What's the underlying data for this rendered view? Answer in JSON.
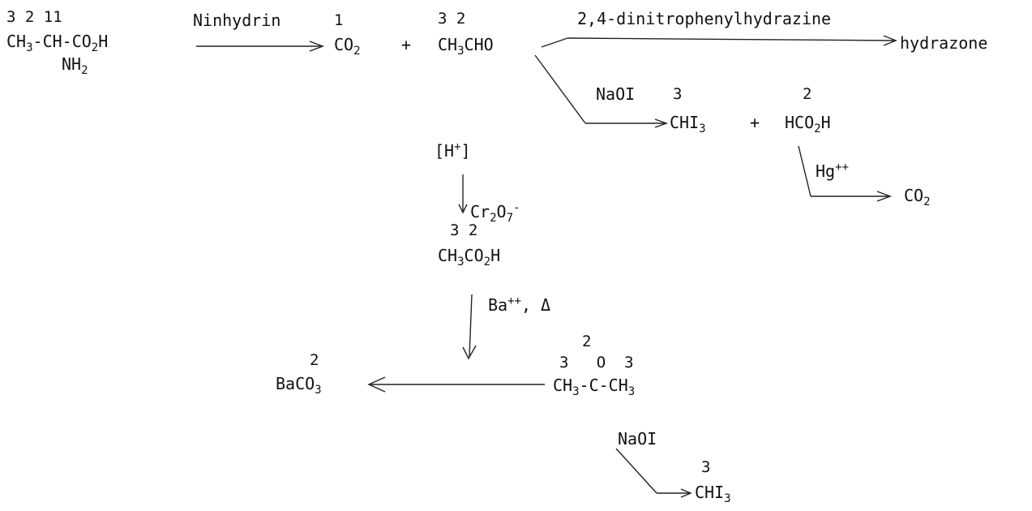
{
  "labels": {
    "alanine": {
      "pos": "3  2  11",
      "c1": "CH",
      "c1_sub": "3",
      "mid": "-CH-CO",
      "mid_sub": "2",
      "end": "H",
      "amine": "NH",
      "amine_sub": "2"
    },
    "ninhydrin": {
      "reagent": "Ninhydrin",
      "pos": "1"
    },
    "co2_first": {
      "text": "CO",
      "sub": "2"
    },
    "plus_1": "+",
    "acetaldehyde": {
      "pos": "3  2",
      "a": "CH",
      "a_sub": "3",
      "b": "CHO"
    },
    "dnph": {
      "reagent": "2,4-dinitrophenylhydrazine",
      "product": "hydrazone"
    },
    "iodoform_1": {
      "reagent": "NaOI",
      "pos": "3",
      "text": "CHI",
      "sub": "3"
    },
    "plus_2": "+",
    "formic": {
      "pos": "2",
      "text": "HCO",
      "sub": "2",
      "end": "H"
    },
    "mercury": {
      "text": "Hg",
      "sup": "++"
    },
    "co2_second": {
      "text": "CO",
      "sub": "2"
    },
    "acid": {
      "text": "H",
      "sup": "+"
    },
    "dichromate": {
      "text": "Cr",
      "sub1": "2",
      "mid": "O",
      "sub2": "7",
      "sup": "-"
    },
    "acetic": {
      "pos": "3  2",
      "a": "CH",
      "a_sub": "3",
      "b": "CO",
      "b_sub": "2",
      "c": "H"
    },
    "barium": {
      "text": "Ba",
      "sup": "++",
      "tail": ",  Δ"
    },
    "baco3": {
      "pos": "2",
      "text": "BaCO",
      "sub": "3"
    },
    "acetone": {
      "pos_top": "2",
      "pos": "3   O  3",
      "a": "CH",
      "a_sub": "3",
      "mid": "-C-CH",
      "b_sub": "3"
    },
    "iodoform_2": {
      "reagent": "NaOI",
      "pos": "3",
      "text": "CHI",
      "sub": "3"
    }
  }
}
